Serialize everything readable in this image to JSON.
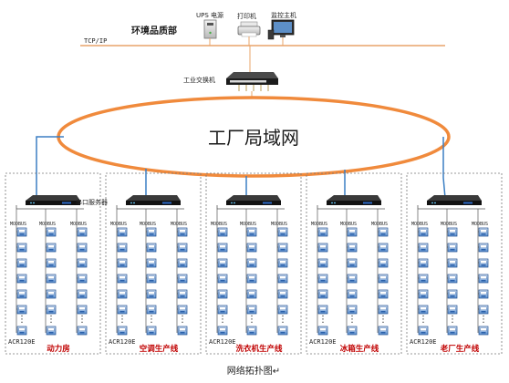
{
  "header": {
    "department_label": "环境品质部",
    "device_ups": "UPS 电源",
    "device_printer": "打印机",
    "device_monitor_host": "监控主机",
    "network_protocol": "TCP/IP",
    "switch_label": "工业交换机"
  },
  "lan": {
    "label": "工厂局域网",
    "color": "#F08A3C"
  },
  "serial_server_label": "串口服务器",
  "column_label": "MODBUS",
  "ellipsis": "⋮",
  "meter_model": "ACR120E",
  "zones": [
    {
      "name": "动力房"
    },
    {
      "name": "空调生产线"
    },
    {
      "name": "洗衣机生产线"
    },
    {
      "name": "冰箱生产线"
    },
    {
      "name": "老厂生产线"
    }
  ],
  "caption": "网络拓扑图↵",
  "colors": {
    "zone_text": "#C00000",
    "link_blue": "#3B7FC4",
    "meter": "#1f5fb0"
  }
}
